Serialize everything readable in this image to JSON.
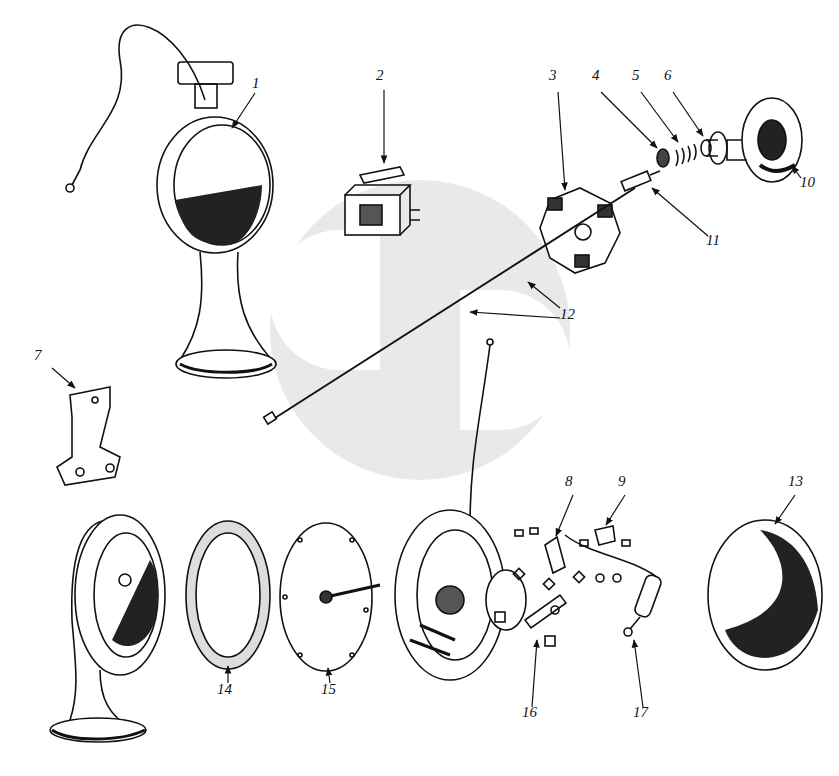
{
  "diagram": {
    "labels": [
      "1",
      "2",
      "3",
      "4",
      "5",
      "6",
      "10",
      "11",
      "12",
      "7",
      "8",
      "9",
      "13",
      "14",
      "15",
      "16",
      "17"
    ]
  }
}
